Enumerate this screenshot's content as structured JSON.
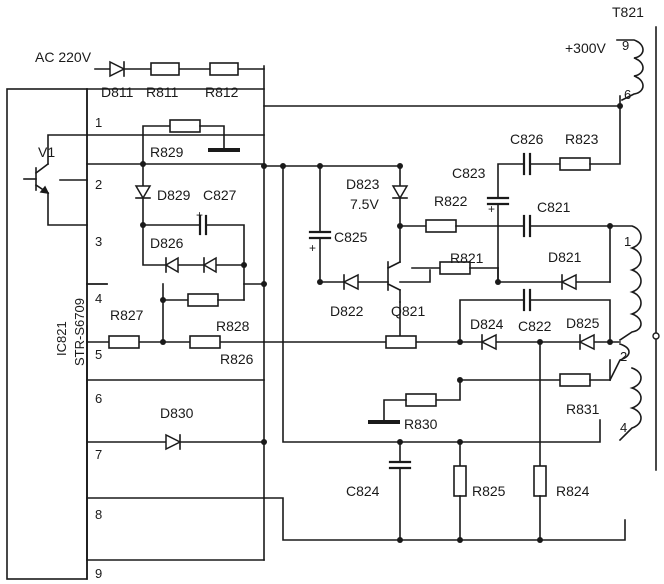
{
  "supply": {
    "ac": "AC  220V",
    "dc": "+300V"
  },
  "ic": {
    "ref": "IC821",
    "part": "STR-S6709",
    "transistor": "V1",
    "pins": [
      "1",
      "2",
      "3",
      "4",
      "5",
      "6",
      "7",
      "8",
      "9"
    ]
  },
  "transformer": {
    "ref": "T821",
    "pins": [
      "9",
      "6",
      "1",
      "2",
      "4"
    ]
  },
  "components": {
    "D811": "D811",
    "R811": "R811",
    "R812": "R812",
    "R829": "R829",
    "D829": "D829",
    "C827": "C827",
    "D826": "D826",
    "R827": "R827",
    "R828": "R828",
    "R826": "R826",
    "D830": "D830",
    "C825": "C825",
    "D823": "D823",
    "D823_v": "7.5V",
    "D822": "D822",
    "Q821": "Q821",
    "R822": "R822",
    "R821": "R821",
    "C823": "C823",
    "C826": "C826",
    "R823": "R823",
    "C821": "C821",
    "D821": "D821",
    "D824": "D824",
    "C822": "C822",
    "D825": "D825",
    "R831": "R831",
    "R830": "R830",
    "C824": "C824",
    "R825": "R825",
    "R824": "R824"
  },
  "polarity": {
    "plus": "+"
  }
}
